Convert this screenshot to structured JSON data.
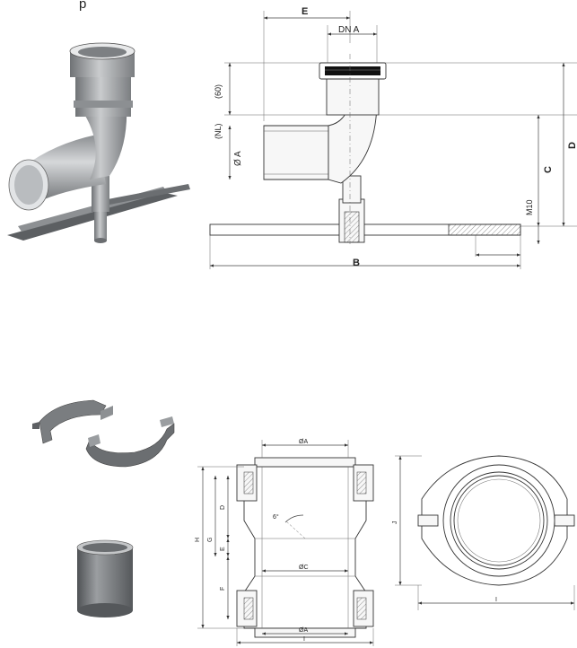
{
  "top_drawing": {
    "partial_glyph": "p",
    "labels": {
      "E": "E",
      "DN_A": "DN A",
      "sixty": "(60)",
      "NL": "(NL)",
      "phiA": "Ø A",
      "C": "C",
      "D": "D",
      "M10": "M10",
      "B": "B"
    }
  },
  "bottom_drawing": {
    "labels": {
      "A_top": "ØA",
      "A_bottom": "ØA",
      "C": "ØC",
      "angle": "6°",
      "H": "H",
      "G": "G",
      "D": "D",
      "E": "E",
      "F": "F",
      "I_bottom": "I",
      "J": "J",
      "I_right": "I"
    }
  },
  "colors": {
    "pipe_dark": "#6f7275",
    "pipe_mid": "#a8abae",
    "pipe_light": "#d9dbdd",
    "line": "#333333"
  }
}
